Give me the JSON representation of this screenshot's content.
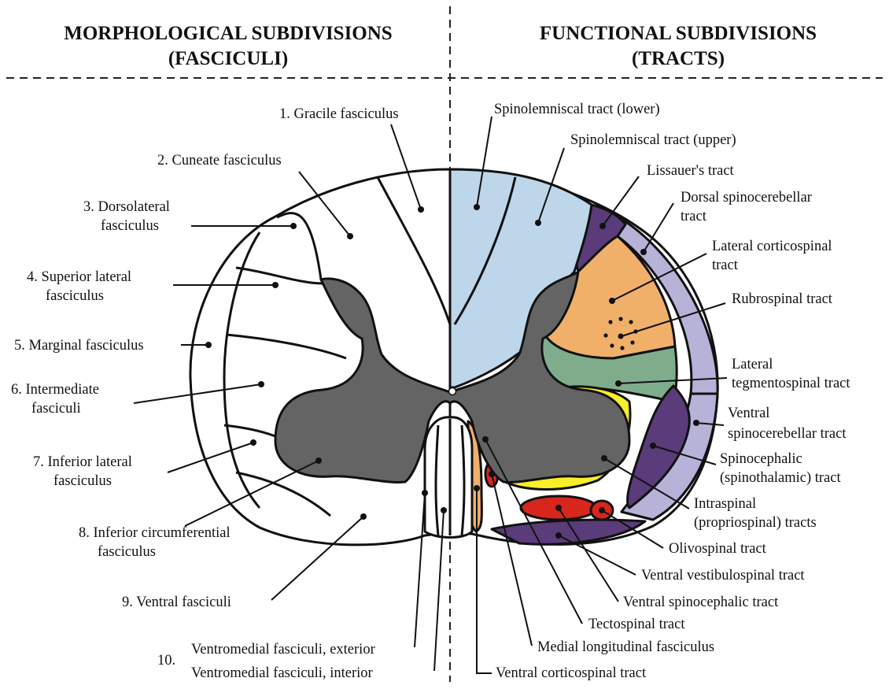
{
  "headers": {
    "left_line1": "MORPHOLOGICAL SUBDIVISIONS",
    "left_line2": "(FASCICULI)",
    "right_line1": "FUNCTIONAL SUBDIVISIONS",
    "right_line2": "(TRACTS)"
  },
  "fasciculi": {
    "f1": "1. Gracile fasciculus",
    "f2": "2. Cuneate fasciculus",
    "f3a": "3. Dorsolateral",
    "f3b": "fasciculus",
    "f4a": "4. Superior lateral",
    "f4b": "fasciculus",
    "f5": "5. Marginal fasciculus",
    "f6a": "6. Intermediate",
    "f6b": "fasciculi",
    "f7a": "7. Inferior lateral",
    "f7b": "fasciculus",
    "f8a": "8. Inferior circumferential",
    "f8b": "fasciculus",
    "f9": "9. Ventral fasciculi",
    "f10num": "10.",
    "f10a": "Ventromedial fasciculi, exterior",
    "f10b": "Ventromedial fasciculi, interior"
  },
  "tracts": {
    "t_spinolemniscal_lower": "Spinolemniscal tract (lower)",
    "t_spinolemniscal_upper": "Spinolemniscal tract (upper)",
    "t_lissauer": "Lissauer's tract",
    "t_dsc_a": "Dorsal spinocerebellar",
    "t_dsc_b": "tract",
    "t_lcs_a": "Lateral corticospinal",
    "t_lcs_b": "tract",
    "t_rubro": "Rubrospinal tract",
    "t_lts_a": "Lateral",
    "t_lts_b": "tegmentospinal tract",
    "t_vsc_a": "Ventral",
    "t_vsc_b": "spinocerebellar tract",
    "t_spc_a": "Spinocephalic",
    "t_spc_b": "(spinothalamic) tract",
    "t_intra_a": "Intraspinal",
    "t_intra_b": "(propriospinal) tracts",
    "t_olivo": "Olivospinal tract",
    "t_vvs": "Ventral vestibulospinal tract",
    "t_vspc": "Ventral spinocephalic tract",
    "t_tecto": "Tectospinal tract",
    "t_mlf": "Medial longitudinal fasciculus",
    "t_vcs": "Ventral corticospinal tract"
  },
  "colors": {
    "gray_matter": "#646464",
    "white_matter": "#ffffff",
    "spinolemniscal": "#bdd6ea",
    "lissauer": "#5a3c7a",
    "dorsal_spinocerebellar": "#b6b2d8",
    "lateral_corticospinal": "#f0b06a",
    "lateral_tegmentospinal": "#7fad8c",
    "intraspinal": "#f7ef2a",
    "spinocephalic": "#5a3c7a",
    "rubro_olivo_red": "#d8261c",
    "ventral_vestibulospinal": "#5a3c7a"
  }
}
